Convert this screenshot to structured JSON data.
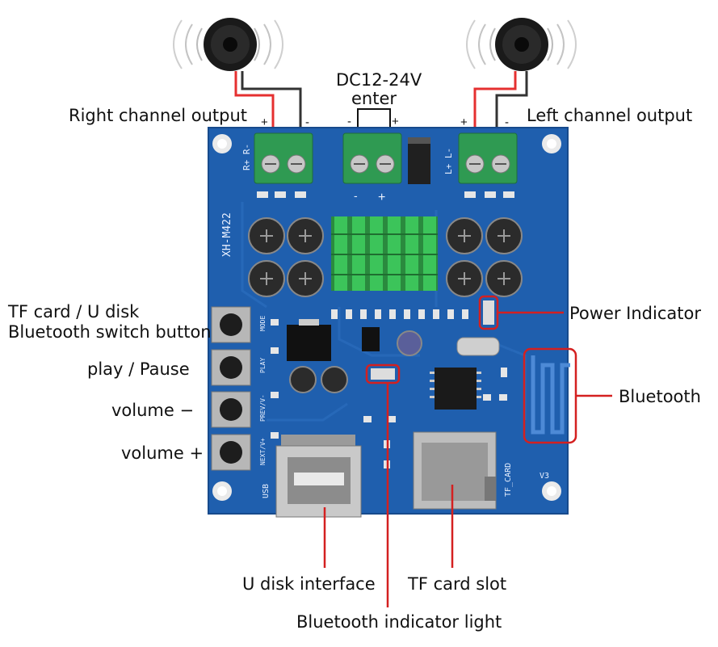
{
  "labels": {
    "right_channel": "Right channel output",
    "left_channel": "Left channel output",
    "dc_input_line1": "DC12-24V",
    "dc_input_line2": "enter",
    "tf_usb_bt_switch_line1": "TF card / U disk",
    "tf_usb_bt_switch_line2": "Bluetooth switch button",
    "play_pause": "play / Pause",
    "volume_down": "volume  −",
    "volume_up": "volume +",
    "power_indicator": "Power Indicator",
    "bluetooth": "Bluetooth",
    "u_disk_interface": "U disk interface",
    "tf_card_slot": "TF card slot",
    "bluetooth_indicator": "Bluetooth indicator light"
  },
  "board": {
    "model": "XH-M422",
    "version": "V3",
    "terminal_right": "R+    R-",
    "terminal_left": "L+    L-",
    "usb_label": "USB",
    "tf_label": "TF_CARD",
    "buttons": [
      "MODE",
      "PLAY",
      "PREV/V-",
      "NEXT/V+"
    ]
  },
  "polarity": {
    "plus": "+",
    "minus": "-"
  },
  "colors": {
    "pcb": "#1f5fae",
    "pcb_dark": "#174a8c",
    "terminal": "#2f9a52",
    "heatsink": "#2fae4a",
    "callout": "#d42020"
  }
}
